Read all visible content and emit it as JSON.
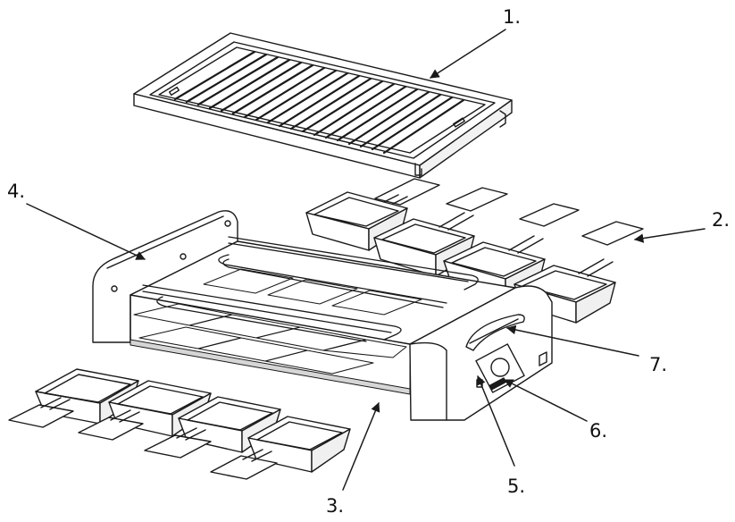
{
  "diagram": {
    "callouts": [
      {
        "id": "1",
        "text": "1."
      },
      {
        "id": "2",
        "text": "2."
      },
      {
        "id": "3",
        "text": "3."
      },
      {
        "id": "4",
        "text": "4."
      },
      {
        "id": "5",
        "text": "5."
      },
      {
        "id": "6",
        "text": "6."
      },
      {
        "id": "7",
        "text": "7."
      }
    ],
    "colors": {
      "line": "#1a1a1a",
      "fill": "#ffffff",
      "shade": "#e6e6e6"
    }
  }
}
